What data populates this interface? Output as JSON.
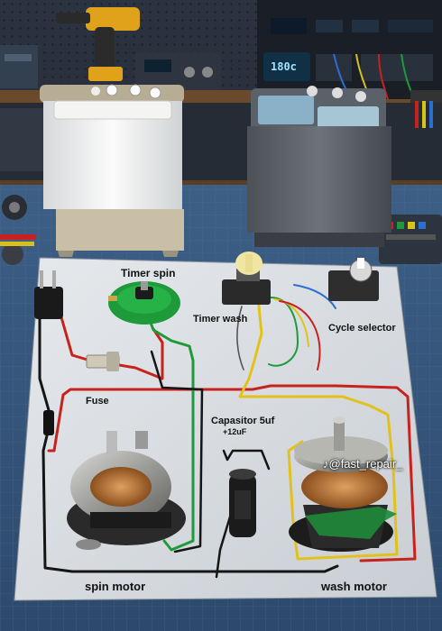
{
  "labels": {
    "timer_spin": "Timer spin",
    "timer_wash": "Timer wash",
    "cycle_selector": "Cycle selector",
    "fuse": "Fuse",
    "capacitor": "Capasitor 5uf",
    "capacitor_value": "+12uF",
    "spin_motor": "spin motor",
    "wash_motor": "wash motor"
  },
  "watermark": "@fast_repair_",
  "meter_display": "180c",
  "colors": {
    "wire_red": "#c8221e",
    "wire_green": "#1f9a3a",
    "wire_yellow": "#e2c21a",
    "wire_black": "#1a1a1a",
    "timer_spin_body": "#1e9a3a",
    "board": "#d9dde2"
  }
}
